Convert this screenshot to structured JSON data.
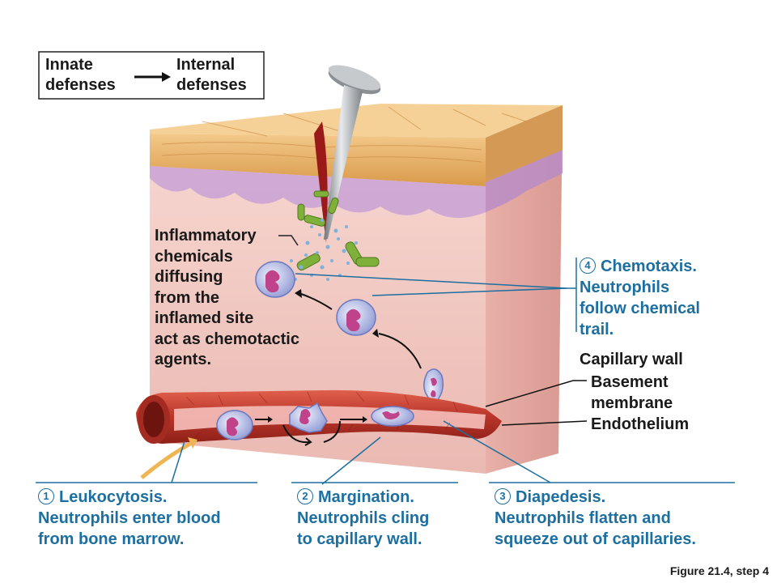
{
  "legend": {
    "left": "Innate\ndefenses",
    "right": "Internal\ndefenses"
  },
  "inflammatory_label": "Inflammatory\nchemicals\ndiffusing\nfrom the\ninflamed site\nact as chemotactic\nagents.",
  "steps": [
    {
      "number": "1",
      "title": "Leukocytosis.",
      "desc": "Neutrophils enter blood\nfrom bone marrow."
    },
    {
      "number": "2",
      "title": "Margination.",
      "desc": "Neutrophils cling\nto capillary wall."
    },
    {
      "number": "3",
      "title": "Diapedesis.",
      "desc": "Neutrophils flatten and\nsqueeze out of capillaries."
    },
    {
      "number": "4",
      "title": "Chemotaxis.",
      "desc": "Neutrophils\nfollow chemical\ntrail."
    }
  ],
  "capillary": {
    "title": "Capillary wall",
    "basement": "Basement\nmembrane",
    "endothelium": "Endothelium"
  },
  "caption": "Figure 21.4, step 4",
  "colors": {
    "step_blue": "#1c6fa0",
    "tissue": "#f1c9c3",
    "skin_top": "#e9b36a",
    "vessel": "#c0392b"
  }
}
